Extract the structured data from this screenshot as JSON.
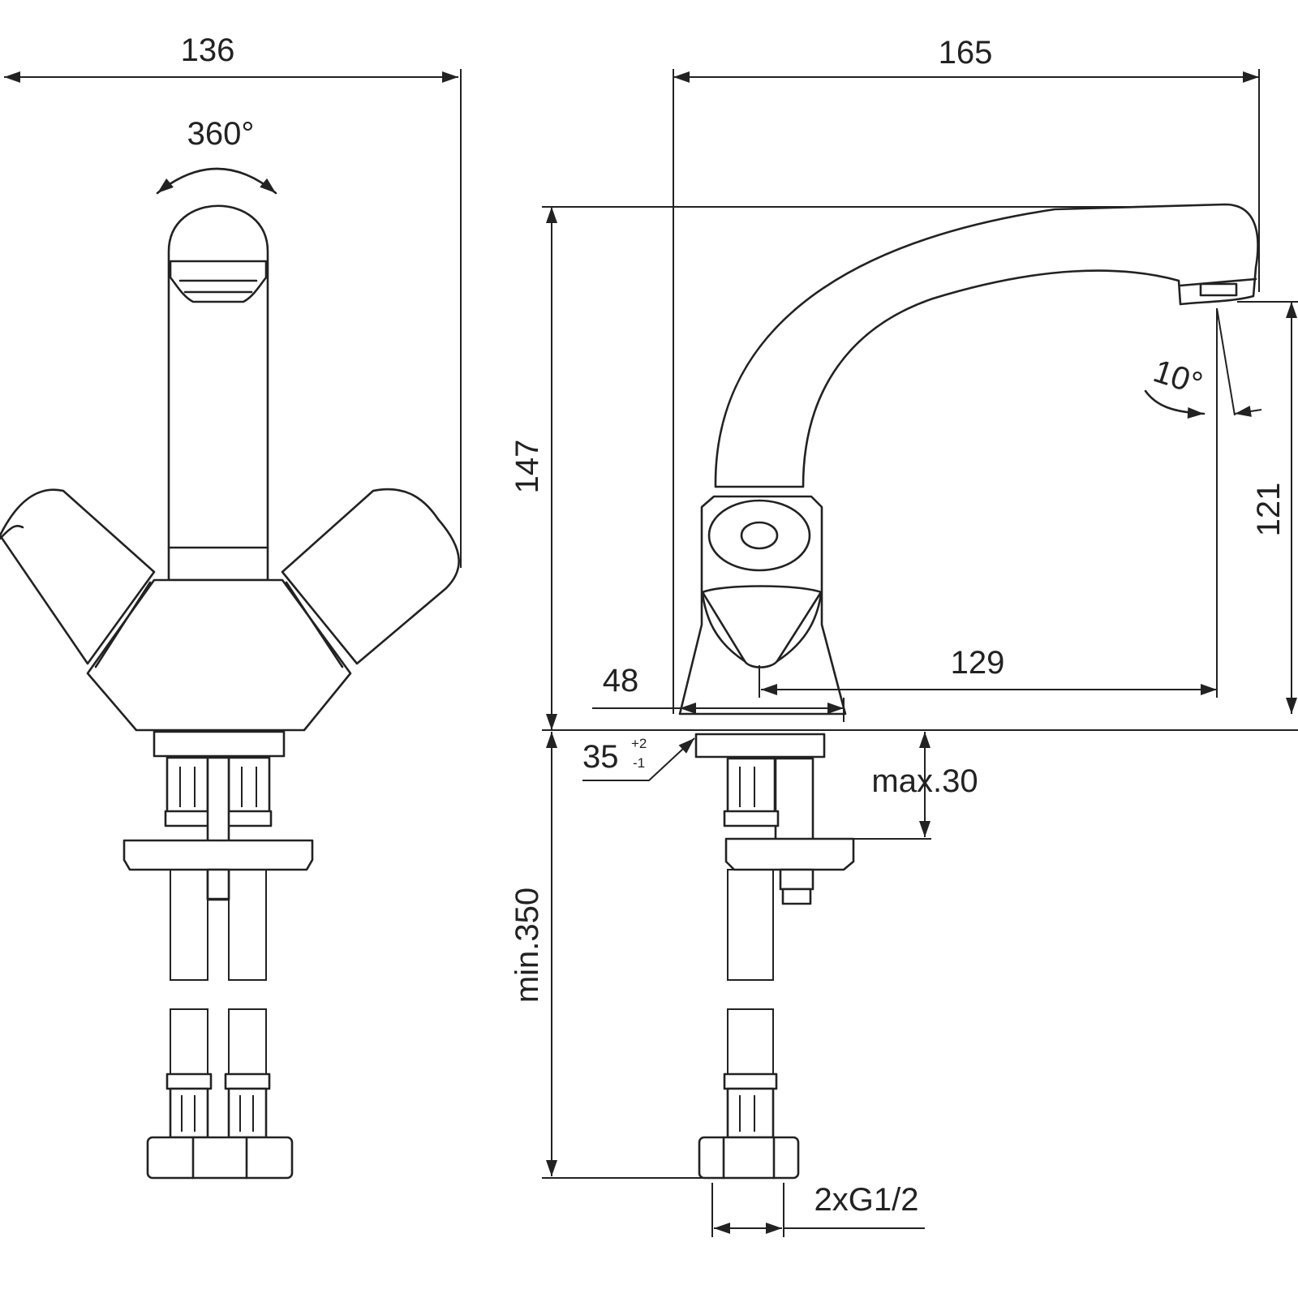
{
  "dimensions": {
    "overall_width_front": "136",
    "rotation_angle": "360°",
    "overall_length_side": "165",
    "overall_height": "147",
    "spout_height": "121",
    "spout_tilt": "10°",
    "spout_reach": "129",
    "base_diameter": "48",
    "hole_diameter": "35",
    "hole_tolerance_upper": "+2",
    "hole_tolerance_lower": "-1",
    "max_deck_thickness": "max.30",
    "hose_length": "min.350",
    "connection_thread": "2xG1/2"
  },
  "colors": {
    "line": "#222222",
    "background": "#ffffff"
  }
}
